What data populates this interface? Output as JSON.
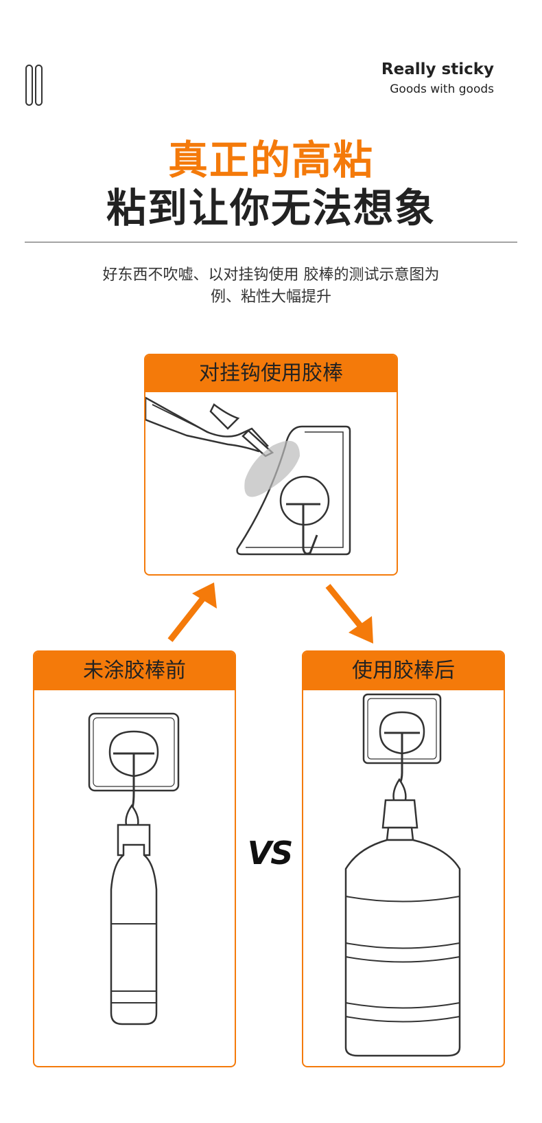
{
  "header": {
    "tagline_main": "Really sticky",
    "tagline_sub": "Goods with goods"
  },
  "headline": {
    "line1": "真正的高粘",
    "line2": "粘到让你无法想象"
  },
  "description": {
    "line1": "好东西不吹嘘、以对挂钩使用 胶棒的测试示意图为",
    "line2": "例、粘性大幅提升"
  },
  "cards": {
    "top_title": "对挂钩使用胶棒",
    "before_title": "未涂胶棒前",
    "after_title": "使用胶棒后"
  },
  "vs_label": "VS",
  "colors": {
    "accent": "#f47a0a",
    "text": "#222222"
  },
  "icons": [
    "roman-numeral-ii-icon",
    "arrow-up-right-icon",
    "arrow-down-right-icon",
    "glue-stick-illustration",
    "hook-bottle-illustration",
    "hook-water-jug-illustration"
  ]
}
